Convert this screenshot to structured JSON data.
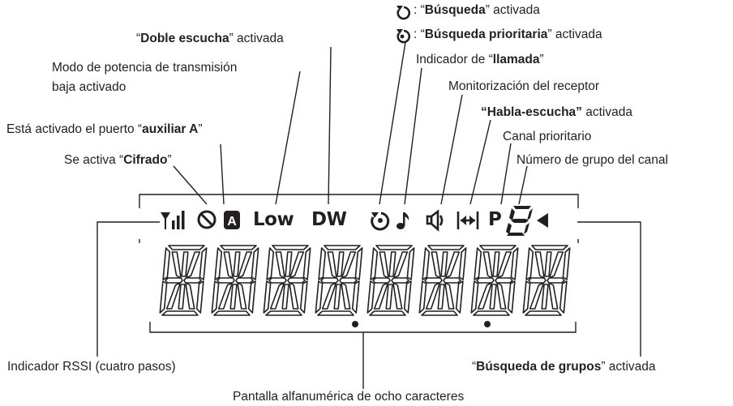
{
  "labels": {
    "busqueda": {
      "pre": ": “",
      "bold": "Búsqueda",
      "post": "” activada"
    },
    "busqueda_prioritaria": {
      "pre": ": “",
      "bold": "Búsqueda prioritaria",
      "post": "” activada"
    },
    "doble_escucha": {
      "pre": "“",
      "bold": "Doble escucha",
      "post": "” activada"
    },
    "llamada": {
      "pre": "Indicador de “",
      "bold": "llamada",
      "post": "”"
    },
    "potencia_baja": {
      "line1": "Modo de potencia de transmisión",
      "line2": "baja activado"
    },
    "monitorizacion": {
      "text": "Monitorización del receptor"
    },
    "habla_escucha": {
      "bold": "“Habla-escucha”",
      "post": " activada"
    },
    "auxiliar": {
      "pre": "Está activado el puerto “",
      "bold": "auxiliar A",
      "post": "”"
    },
    "canal_prioritario": {
      "text": "Canal prioritario"
    },
    "cifrado": {
      "pre": "Se activa “",
      "bold": "Cifrado",
      "post": "”"
    },
    "grupo_canal": {
      "text": "Número de grupo del canal"
    },
    "rssi": {
      "text": "Indicador RSSI (cuatro pasos)"
    },
    "busqueda_grupos": {
      "pre": "“",
      "bold": "Búsqueda de grupos",
      "post": "” activada"
    },
    "pantalla": {
      "text": "Pantalla alfanumérica de ocho caracteres"
    }
  },
  "display": {
    "icons": {
      "low": "Low",
      "dw": "DW",
      "priority": "P"
    },
    "icon_names": [
      "rssi-bars-icon",
      "encryption-icon",
      "aux-a-icon",
      "low-power-icon",
      "dual-watch-icon",
      "priority-scan-icon",
      "call-note-icon",
      "speaker-monitor-icon",
      "talkaround-icon",
      "priority-channel-icon",
      "group-digit-icon",
      "group-scan-arrow-icon"
    ],
    "character_count": 8
  }
}
